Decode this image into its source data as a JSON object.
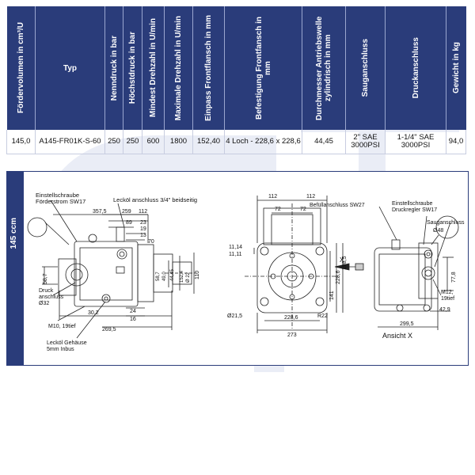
{
  "table": {
    "headers": [
      "Fördervolumen in cm³/U",
      "Typ",
      "Nenndruck in bar",
      "Höchstdruck in bar",
      "Mindest Drehzahl in U/min",
      "Maximale Drehzahl in U/min",
      "Einpass Frontflansch in mm",
      "Befestigung Frontfansch in mm",
      "Durchmesser Antriebswelle zylindrisch in mm",
      "Sauganschluss",
      "Druckanschluss",
      "Gewicht in kg"
    ],
    "row": {
      "volumen": "145,0",
      "typ": "A145-FR01K-S-60",
      "nenndruck": "250",
      "hoechstdruck": "250",
      "min_drehzahl": "600",
      "max_drehzahl": "1800",
      "einpass": "152,40",
      "befestigung": "4 Loch - 228,6 x 228,6",
      "welle": "44,45",
      "saug": "2\" SAE 3000PSI",
      "druck": "1-1/4\" SAE 3000PSI",
      "gewicht": "94,0"
    }
  },
  "drawing": {
    "side_label": "145 ccm",
    "left_view": {
      "einstell_1": "Einstellschraube",
      "einstell_2": "Förderstrom SW17",
      "leckoel_top": "Lecköl anschluss 3/4\" beidseitig",
      "druck_1": "Druck",
      "druck_2": "anschluss",
      "druck_3": "Ø32",
      "m10": "M10, 19tief",
      "leckoel_gehaeuse_1": "Lecköl Gehäuse",
      "leckoel_gehaeuse_2": "5mm Inbus",
      "d_357": "357,5",
      "d_259": "259",
      "d_112": "112",
      "d_89": "89",
      "d_23": "23",
      "d_19": "19",
      "d_13": "13",
      "d_70": "70",
      "d_587": "58,7",
      "d_110": "110",
      "d_24": "24",
      "d_16": "16",
      "d_302": "30,2",
      "d_2695": "269,5",
      "d_4445": "44,45",
      "d_1524": "152,4",
      "d_ring": "Ø 22",
      "d_v1": "49,0",
      "d_v2": "58,7"
    },
    "front_view": {
      "d_112a": "112",
      "d_112b": "112",
      "d_72a": "72",
      "d_72b": "72",
      "d_1114": "11,14",
      "d_1111": "11,11",
      "d_1985": "198,5",
      "d_2286v": "228,6",
      "d_141": "141",
      "d_215": "Ø21,5",
      "d_2286h": "228,6",
      "d_273": "273",
      "d_r22": "R22",
      "arrow": "X"
    },
    "right_view": {
      "befuell": "Befüllanschluss SW27",
      "einstell_1": "Einstellschraube",
      "einstell_2": "Druckregler SW17",
      "saug_1": "Sauganschluss",
      "saug_2": "Ø48",
      "d_778": "77,8",
      "m12_1": "M12,",
      "m12_2": "19tief",
      "d_429": "42,9",
      "d_2995": "299,5",
      "caption": "Ansicht X"
    }
  },
  "colors": {
    "header_bg": "#2a3c7a",
    "header_text": "#ffffff",
    "watermark": "#d9dfee"
  }
}
